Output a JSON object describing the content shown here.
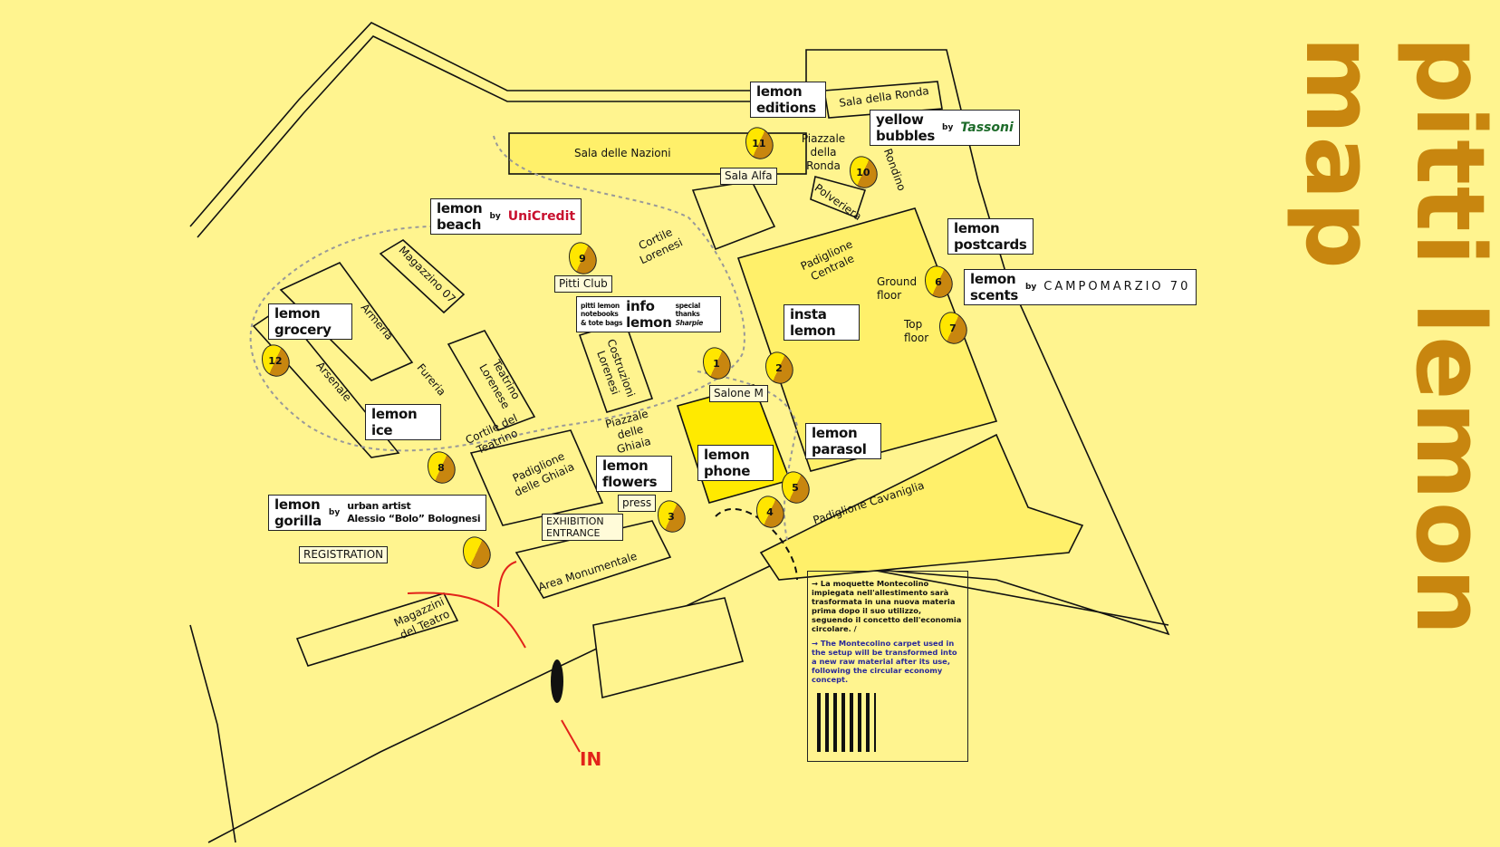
{
  "title": "pitti lemon map",
  "colors": {
    "background": "#fff48f",
    "accent": "#c8860f",
    "highlight": "#ffea00",
    "route": "#e2231a"
  },
  "signs": {
    "editions": [
      "lemon",
      "editions"
    ],
    "bubbles": [
      "yellow",
      "bubbles",
      "by",
      "Tassoni"
    ],
    "beach": [
      "lemon",
      "beach",
      "by",
      "UniCredit"
    ],
    "postcards": [
      "lemon",
      "postcards"
    ],
    "scents": [
      "lemon",
      "scents",
      "by",
      "CAMPOMARZIO 70"
    ],
    "insta": [
      "insta",
      "lemon"
    ],
    "info": [
      "pitti lemon",
      "notebooks",
      "& tote bags",
      "info",
      "lemon",
      "special",
      "thanks",
      "Sharpie"
    ],
    "grocery": [
      "lemon",
      "grocery"
    ],
    "ice": [
      "lemon",
      "ice"
    ],
    "parasol": [
      "lemon",
      "parasol"
    ],
    "flowers": [
      "lemon",
      "flowers"
    ],
    "phone": [
      "lemon",
      "phone"
    ],
    "gorilla": [
      "lemon",
      "gorilla",
      "by",
      "urban artist",
      "Alessio “Bolo” Bolognesi"
    ]
  },
  "tags": {
    "sala_alfa": "Sala Alfa",
    "pitti_club": "Pitti Club",
    "salone_m": "Salone M",
    "press": "press",
    "exhibition": "EXHIBITION ENTRANCE",
    "registration": "REGISTRATION"
  },
  "areas": {
    "nazioni": "Sala delle Nazioni",
    "ronda": "Sala della Ronda",
    "piazzale_ronda": "Piazzale della Ronda",
    "rondino": "Rondino",
    "polveriera": "Polveriera",
    "cortile_lorenesi": "Cortile Lorenesi",
    "centrale": "Padiglione Centrale",
    "magazzino": "Magazzino 07",
    "armeria": "Armeria",
    "arsenale": "Arsenale",
    "fureria": "Fureria",
    "teatrino": "Teatrino Lorenese",
    "costruzioni": "Costruzioni Lorenesi",
    "ground": "Ground floor",
    "top": "Top floor",
    "piazzale_ghiaia": "Piazzale delle Ghiaia",
    "cortile_teatrino": "Cortile del Teatrino",
    "pad_ghiaia": "Padiglione delle Ghiaia",
    "cavaniglia": "Padiglione Cavaniglia",
    "monumentale": "Area Monumentale",
    "magazzini_teatro": "Magazzini del Teatro"
  },
  "pins": [
    "1",
    "2",
    "3",
    "4",
    "5",
    "6",
    "7",
    "8",
    "9",
    "10",
    "11",
    "12"
  ],
  "entrance": "IN",
  "note": {
    "it": "→ La moquette Montecolino impiegata nell'allestimento sarà trasformata in una nuova materia prima dopo il suo utilizzo, seguendo il concetto dell'economia circolare. /",
    "en": "→ The Montecolino carpet used in the setup will be transformed into a new raw material after its use, following the circular economy concept."
  }
}
